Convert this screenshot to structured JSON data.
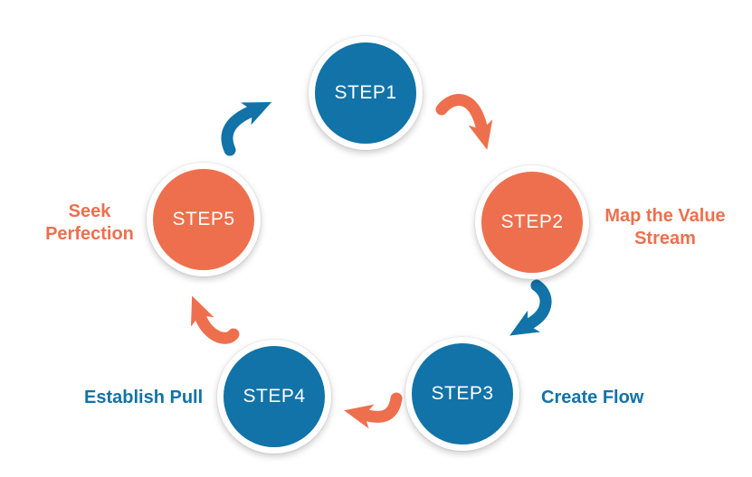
{
  "colors": {
    "blue": "#1173a7",
    "orange": "#ee6f4d"
  },
  "steps": [
    {
      "id": "step1",
      "label": "STEP1",
      "tone": "blue"
    },
    {
      "id": "step2",
      "label": "STEP2",
      "tone": "orange",
      "description": "Map the Value Stream"
    },
    {
      "id": "step3",
      "label": "STEP3",
      "tone": "blue",
      "description": "Create Flow"
    },
    {
      "id": "step4",
      "label": "STEP4",
      "tone": "blue",
      "description": "Establish Pull"
    },
    {
      "id": "step5",
      "label": "STEP5",
      "tone": "orange",
      "description": "Seek Perfection"
    }
  ],
  "arrows": [
    {
      "from": "step1",
      "to": "step2",
      "tone": "orange"
    },
    {
      "from": "step2",
      "to": "step3",
      "tone": "blue"
    },
    {
      "from": "step3",
      "to": "step4",
      "tone": "orange"
    },
    {
      "from": "step4",
      "to": "step5",
      "tone": "orange"
    },
    {
      "from": "step5",
      "to": "step1",
      "tone": "blue"
    }
  ]
}
